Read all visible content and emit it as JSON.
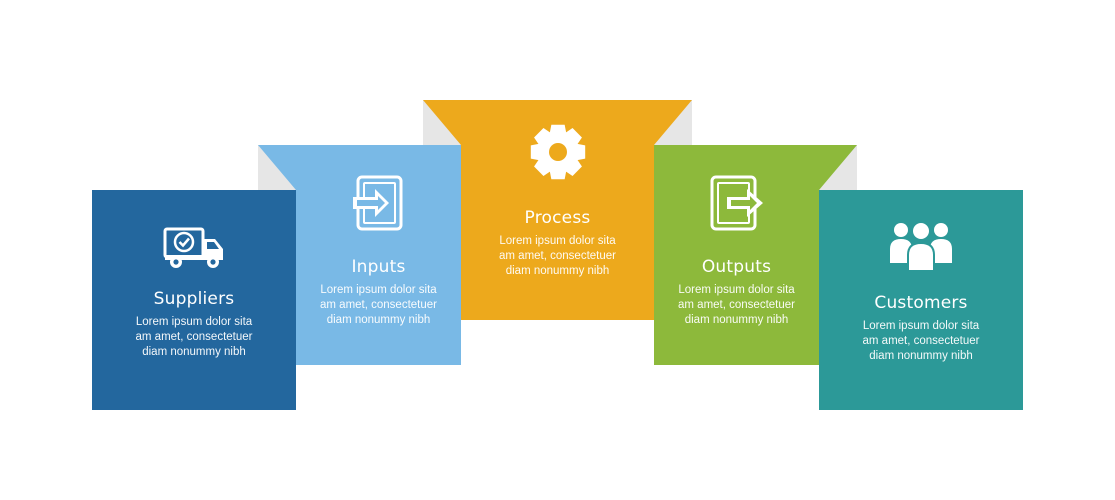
{
  "colors": {
    "suppliers": "#23679E",
    "inputs": "#79B9E6",
    "process": "#EDA91C",
    "outputs": "#8DB93B",
    "customers": "#2C9998",
    "fold": "#E6E6E6"
  },
  "steps": [
    {
      "title": "Suppliers",
      "icon": "delivery-truck-check-icon",
      "desc": "Lorem ipsum dolor sita\nam amet, consectetuer\ndiam nonummy  nibh"
    },
    {
      "title": "Inputs",
      "icon": "login-arrow-icon",
      "desc": "Lorem ipsum dolor sita\nam amet, consectetuer\ndiam nonummy  nibh"
    },
    {
      "title": "Process",
      "icon": "gear-icon",
      "desc": "Lorem ipsum dolor sita\nam amet, consectetuer\ndiam nonummy  nibh"
    },
    {
      "title": "Outputs",
      "icon": "logout-arrow-icon",
      "desc": "Lorem ipsum dolor sita\nam amet, consectetuer\ndiam nonummy  nibh"
    },
    {
      "title": "Customers",
      "icon": "people-group-icon",
      "desc": "Lorem ipsum dolor sita\nam amet, consectetuer\ndiam nonummy  nibh"
    }
  ]
}
